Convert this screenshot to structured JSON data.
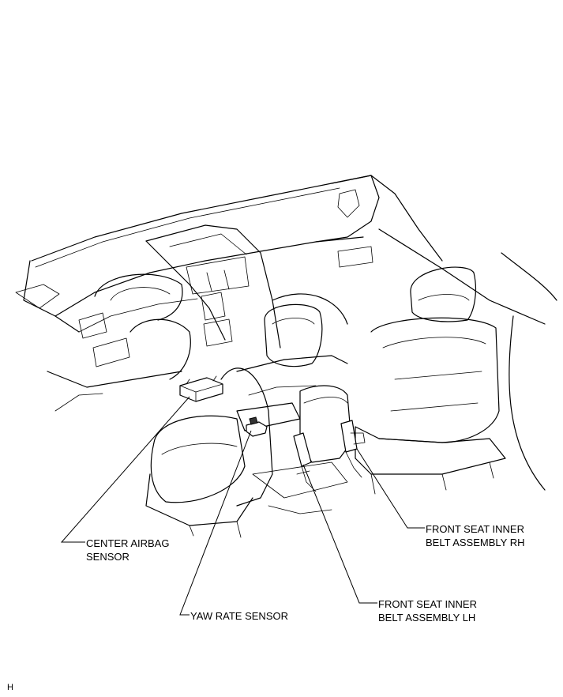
{
  "callouts": {
    "center_airbag_sensor": [
      "CENTER AIRBAG",
      "SENSOR"
    ],
    "yaw_rate_sensor": "YAW RATE SENSOR",
    "front_seat_inner_belt_rh": [
      "FRONT SEAT INNER",
      "BELT ASSEMBLY RH"
    ],
    "front_seat_inner_belt_lh": [
      "FRONT SEAT INNER",
      "BELT ASSEMBLY LH"
    ]
  },
  "corner_mark": "H"
}
